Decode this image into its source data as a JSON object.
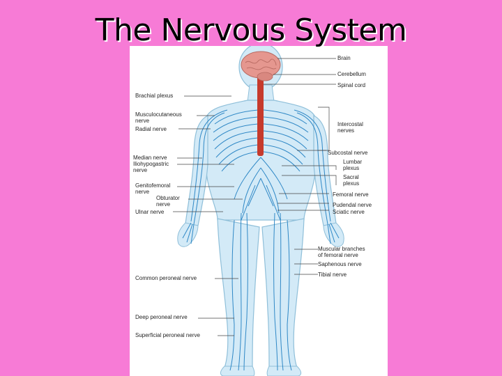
{
  "slide": {
    "title": "The Nervous System"
  },
  "diagram": {
    "colors": {
      "background": "#f77bd6",
      "panel": "#ffffff",
      "body": "#d3eaf7",
      "outline": "#8fbfd9",
      "nerve": "#2f88c6",
      "spinal_cord": "#c63a2c",
      "brain": "#e5978f",
      "leader": "#444444"
    },
    "labels": {
      "brain": "Brain",
      "cerebellum": "Cerebellum",
      "spinal_cord": "Spinal cord",
      "brachial_plexus": "Brachial plexus",
      "musculocutaneous_l1": "Musculocutaneous",
      "musculocutaneous_l2": "nerve",
      "radial_nerve": "Radial nerve",
      "intercostal_l1": "Intercostal",
      "intercostal_l2": "nerves",
      "subcostal_nerve": "Subcostal nerve",
      "median_nerve": "Median nerve",
      "iliohypogastric_l1": "Iliohypogastric",
      "iliohypogastric_l2": "nerve",
      "lumbar_l1": "Lumbar",
      "lumbar_l2": "plexus",
      "sacral_l1": "Sacral",
      "sacral_l2": "plexus",
      "genitofemoral_l1": "Genitofemoral",
      "genitofemoral_l2": "nerve",
      "obturator_l1": "Obturator",
      "obturator_l2": "nerve",
      "femoral_nerve": "Femoral nerve",
      "pudendal_nerve": "Pudendal nerve",
      "sciatic_nerve": "Sciatic nerve",
      "ulnar_nerve": "Ulnar nerve",
      "muscular_branches_l1": "Muscular branches",
      "muscular_branches_l2": "of femoral nerve",
      "saphenous_nerve": "Saphenous nerve",
      "tibial_nerve": "Tibial nerve",
      "common_peroneal_nerve": "Common peroneal nerve",
      "deep_peroneal_nerve": "Deep peroneal nerve",
      "superficial_peroneal_nerve": "Superficial peroneal nerve"
    }
  }
}
